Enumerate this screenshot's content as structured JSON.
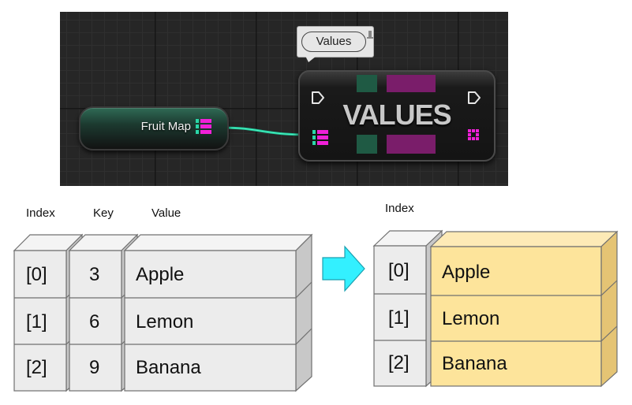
{
  "blueprint": {
    "input_node_label": "Fruit Map",
    "function_node_title": "VALUES",
    "tooltip_label": "Values"
  },
  "left_table": {
    "headers": {
      "index": "Index",
      "key": "Key",
      "value": "Value"
    },
    "rows": [
      {
        "index": "[0]",
        "key": "3",
        "value": "Apple"
      },
      {
        "index": "[1]",
        "key": "6",
        "value": "Lemon"
      },
      {
        "index": "[2]",
        "key": "9",
        "value": "Banana"
      }
    ]
  },
  "right_array": {
    "headers": {
      "index": "Index"
    },
    "rows": [
      {
        "index": "[0]",
        "value": "Apple"
      },
      {
        "index": "[1]",
        "value": "Lemon"
      },
      {
        "index": "[2]",
        "value": "Banana"
      }
    ]
  },
  "colors": {
    "cell_fill": "#ececec",
    "value_fill": "#fde49b",
    "arrow": "#33f0ff",
    "key_pin": "#2ad7a8",
    "value_pin": "#f020d8"
  }
}
